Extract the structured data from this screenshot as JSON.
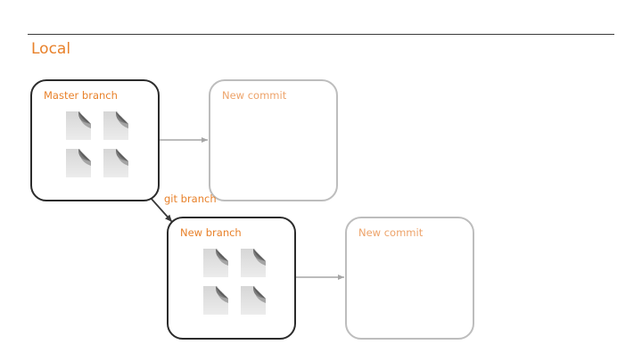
{
  "section_title": "Local",
  "master_box": {
    "label": "Master branch",
    "file_count": 4,
    "file_icon": "document-icon"
  },
  "master_commit_box": {
    "label": "New commit"
  },
  "branch_arrow": {
    "label": "git branch"
  },
  "new_branch_box": {
    "label": "New branch",
    "file_count": 4,
    "file_icon": "document-icon"
  },
  "branch_commit_box": {
    "label": "New commit"
  },
  "colors": {
    "accent": "#e8812a",
    "accent_light": "#eda36a",
    "dark_border": "#2b2b2b",
    "light_border": "#bdbdbd",
    "arrow_gray": "#a6a6a6",
    "arrow_dark": "#3a3a3a"
  }
}
